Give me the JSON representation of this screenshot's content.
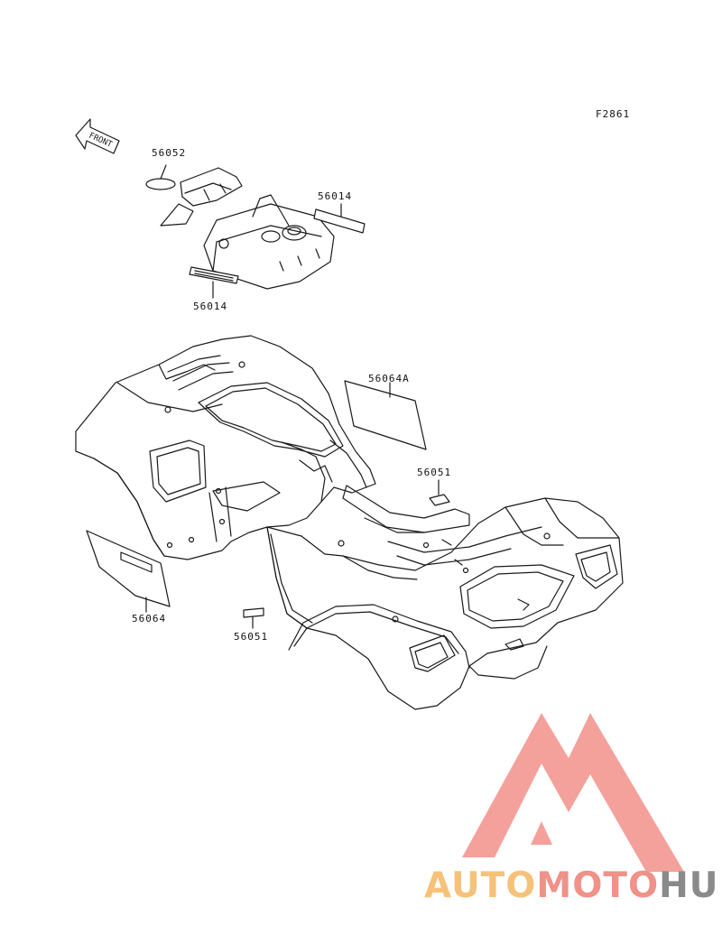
{
  "figure": {
    "code": "F2861",
    "front_arrow_label": "FRONT"
  },
  "callouts": [
    {
      "id": "c1",
      "part": "56052"
    },
    {
      "id": "c2",
      "part": "56014"
    },
    {
      "id": "c3",
      "part": "56014"
    },
    {
      "id": "c4",
      "part": "56064A"
    },
    {
      "id": "c5",
      "part": "56051"
    },
    {
      "id": "c6",
      "part": "56064"
    },
    {
      "id": "c7",
      "part": "56051"
    }
  ],
  "watermark": {
    "text_part1": "AUTO",
    "text_part2": "MOTO",
    "text_part3": "HUB",
    "colors": {
      "logo_fill": "#f2908a",
      "auto": "#f6c27a",
      "moto": "#f0918a",
      "hub": "#8a8a8a"
    }
  },
  "colors": {
    "line": "#1a1a1a",
    "background": "#ffffff"
  }
}
